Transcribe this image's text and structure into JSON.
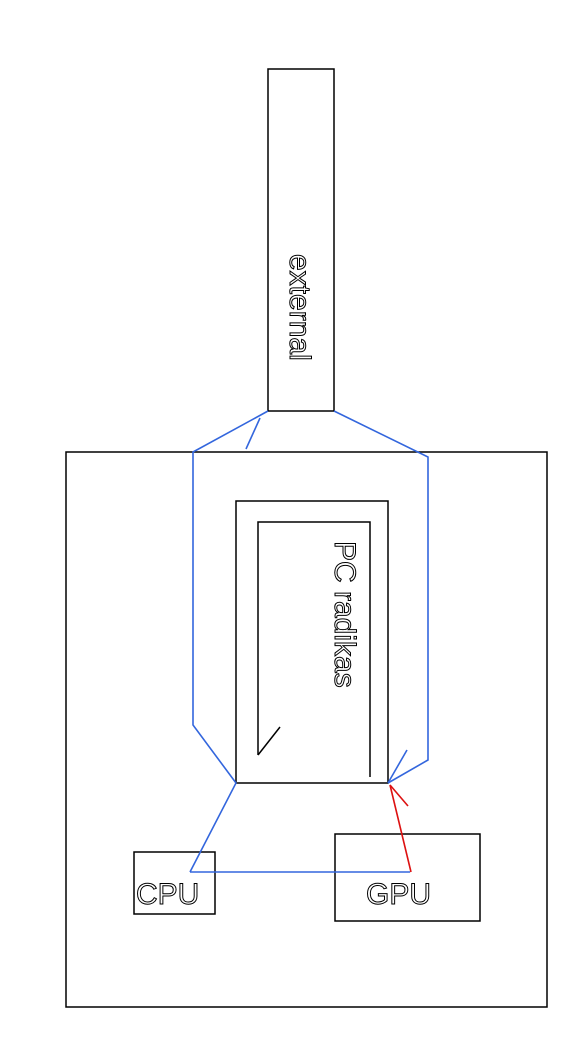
{
  "labels": {
    "external": "external",
    "radiator": "PC radikas",
    "cpu": "CPU",
    "gpu": "GPU"
  },
  "colors": {
    "outline": "#000000",
    "coolant_loop": "#3366dd",
    "flow_arrow": "#dd1111",
    "background": "#ffffff"
  }
}
